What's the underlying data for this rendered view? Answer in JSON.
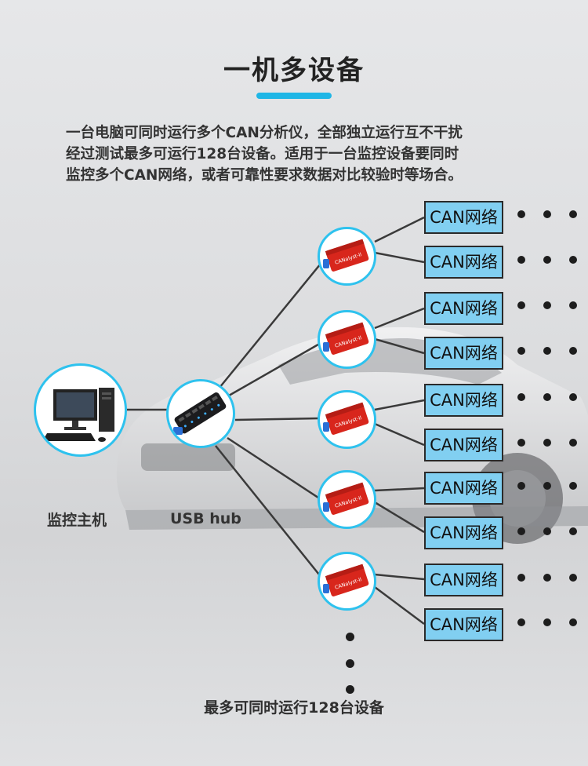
{
  "title": "一机多设备",
  "description": {
    "lines": [
      "一台电脑可同时运行多个CAN分析仪，全部独立运行互不干扰",
      "经过测试最多可运行128台设备。适用于一台监控设备要同时",
      "监控多个CAN网络，或者可靠性要求数据对比较验时等场合。"
    ]
  },
  "pc_label": "监控主机",
  "hub_label": "USB hub",
  "device_label": "CANalyst-II",
  "can_label": "CAN网络",
  "can_boxes": [
    "CAN网络",
    "CAN网络",
    "CAN网络",
    "CAN网络",
    "CAN网络",
    "CAN网络",
    "CAN网络",
    "CAN网络",
    "CAN网络",
    "CAN网络"
  ],
  "footer": "最多可同时运行128台设备",
  "colors": {
    "accent": "#1fb6e6",
    "circle_border": "#2ec2ee",
    "can_box_fill": "#81cff1",
    "device_red": "#d8261c"
  }
}
